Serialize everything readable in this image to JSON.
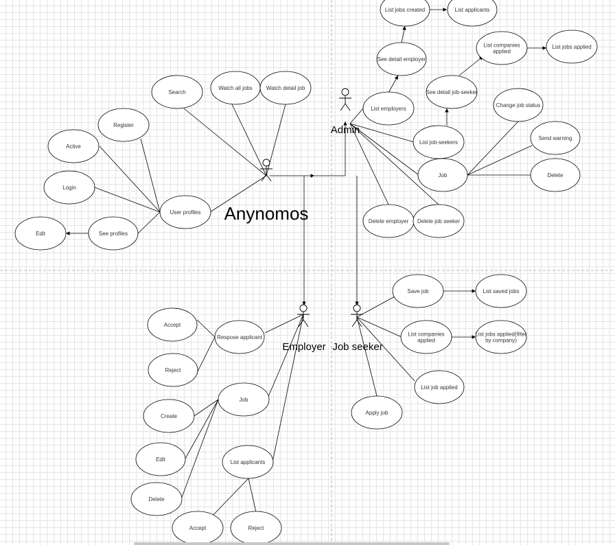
{
  "diagram": {
    "title": "Anynomos",
    "actors": {
      "anon": "",
      "admin": "Admin",
      "employer": "Employer",
      "jobseeker": "Job seeker"
    },
    "use_cases": {
      "search": "Search",
      "watch_all": "Watch all jobs",
      "watch_detail": "Watch detail job",
      "register": "Register",
      "active": "Active",
      "login": "Login",
      "user_profiles": "User profiles",
      "see_profiles": "See profiles",
      "edit": "Edit",
      "list_jobs_created": "List jobs created",
      "list_applicants_admin": "List applicants",
      "see_detail_employer": "See detail employer",
      "list_companies_applied_admin": [
        "List companies",
        "applied"
      ],
      "list_jobs_applied_admin": "List jobs applied",
      "see_detail_jobseeker": "See detail job-seeker",
      "list_employers": "List employers",
      "change_job_status": "Change job status",
      "list_jobseekers": "List job-seekers",
      "send_warning": "Send warning",
      "job_admin": "Job",
      "delete_admin": "Delete",
      "delete_employer": "Delete employer",
      "delete_jobseeker": "Delete job seeker",
      "accept_top": "Accept",
      "reject_top": "Reject",
      "respose_applicant": "Respose applicant",
      "job_employer": "Job",
      "create": "Create",
      "edit_employer": "Edit",
      "delete_employer_job": "Delete",
      "list_applicants_employer": "List applicants",
      "accept_bottom": "Accept",
      "reject_bottom": "Reject",
      "save_job": "Save job",
      "list_saved_jobs": "List saved jobs",
      "list_companies_applied_js": [
        "List companies",
        "applied"
      ],
      "list_jobs_applied_filter": [
        "List jobs applied(filter",
        "by company)"
      ],
      "list_job_applied": "List job applied",
      "apply_job": "Apply job"
    }
  },
  "colors": {
    "stroke": "#000000",
    "text": "#333333",
    "grid": "#e4e4e4",
    "separator": "#b5b5b5"
  }
}
